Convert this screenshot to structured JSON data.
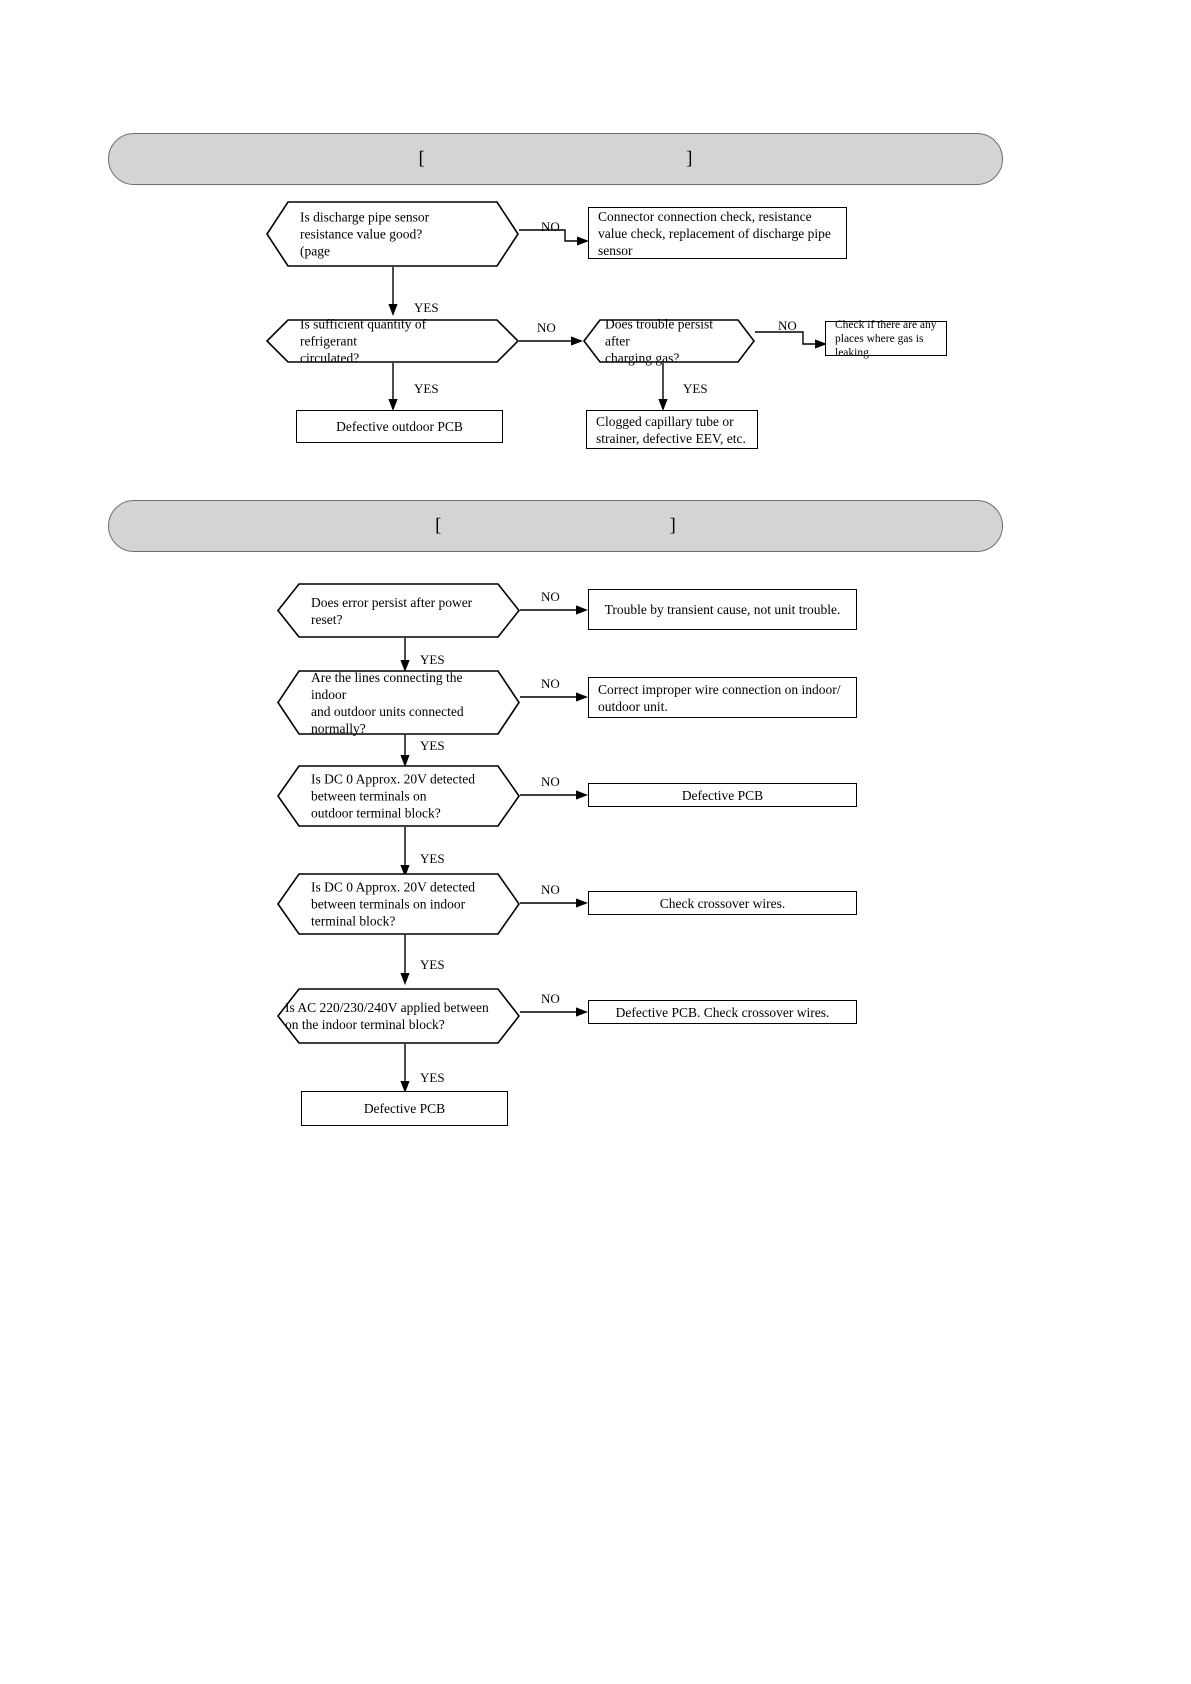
{
  "document": {
    "type": "service-manual-troubleshooting-flowchart",
    "page_background": "#ffffff",
    "banner_fill": "#d4d4d4",
    "banner_stroke": "#6e6e6e",
    "line_color": "#000000"
  },
  "charts": [
    {
      "id": "chart-1",
      "banner": {
        "text": "[                                                       ]",
        "note_visible_glyphs": "left bracket and right bracket only; title text not rendered"
      },
      "nodes": [
        {
          "key": "d1",
          "shape": "decision",
          "text": "Is discharge pipe sensor\nresistance value good?\n                    (page"
        },
        {
          "key": "a1",
          "shape": "process",
          "text": "Connector connection check, resistance\nvalue check, replacement of discharge pipe\nsensor"
        },
        {
          "key": "d2",
          "shape": "decision",
          "text": "Is sufficient quantity of refrigerant\ncirculated?"
        },
        {
          "key": "d3",
          "shape": "decision",
          "text": "Does trouble persist after\ncharging gas?"
        },
        {
          "key": "a2",
          "shape": "process",
          "text": "Check if there are any\nplaces where gas is leaking."
        },
        {
          "key": "a3",
          "shape": "process",
          "text": "Defective outdoor          PCB"
        },
        {
          "key": "a4",
          "shape": "process",
          "text": "Clogged capillary tube or\nstrainer, defective EEV, etc."
        }
      ],
      "edge_labels": {
        "d1_no": "NO",
        "d1_yes": "YES",
        "d2_no": "NO",
        "d2_yes": "YES",
        "d3_no": "NO",
        "d3_yes": "YES"
      }
    },
    {
      "id": "chart-2",
      "banner": {
        "text": "[                                                ]",
        "note_visible_glyphs": "left bracket and right bracket only; title text not rendered"
      },
      "nodes": [
        {
          "key": "e1",
          "shape": "decision",
          "text": "Does error persist after power\nreset?"
        },
        {
          "key": "b1",
          "shape": "process",
          "text": "Trouble by transient cause, not unit trouble."
        },
        {
          "key": "e2",
          "shape": "decision",
          "text": "Are the lines connecting the indoor\nand outdoor units connected\nnormally?"
        },
        {
          "key": "b2",
          "shape": "process",
          "text": "Correct improper wire connection on indoor/\noutdoor unit."
        },
        {
          "key": "e3",
          "shape": "decision",
          "text": "Is DC 0  Approx. 20V detected\nbetween          terminals on\noutdoor terminal block?"
        },
        {
          "key": "b3",
          "shape": "process",
          "text": "Defective          PCB"
        },
        {
          "key": "e4",
          "shape": "decision",
          "text": "Is DC 0  Approx. 20V detected\nbetween          terminals on indoor\nterminal block?"
        },
        {
          "key": "b4",
          "shape": "process",
          "text": "Check crossover wires."
        },
        {
          "key": "e5",
          "shape": "decision",
          "text": "Is  AC 220/230/240V applied between\n        on the indoor  terminal block?"
        },
        {
          "key": "b5",
          "shape": "process",
          "text": "Defective            PCB. Check crossover wires."
        },
        {
          "key": "b6",
          "shape": "process",
          "text": "Defective              PCB"
        }
      ],
      "edge_labels": {
        "e1_no": "NO",
        "e1_yes": "YES",
        "e2_no": "NO",
        "e2_yes": "YES",
        "e3_no": "NO",
        "e3_yes": "YES",
        "e4_no": "NO",
        "e4_yes": "YES",
        "e5_no": "NO",
        "e5_yes": "YES"
      }
    }
  ]
}
